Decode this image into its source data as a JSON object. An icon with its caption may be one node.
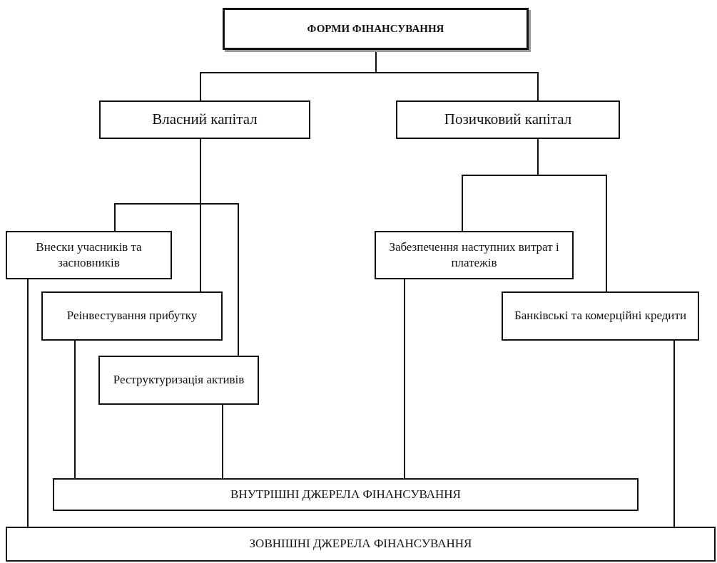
{
  "diagram": {
    "nodes": [
      {
        "text": [
          "ФОРМИ ФІНАНСУВАННЯ"
        ]
      },
      {
        "text": [
          "Власний капітал"
        ]
      },
      {
        "text": [
          "Позичковий капітал"
        ]
      },
      {
        "text": [
          "Внески учасників та засновників"
        ]
      },
      {
        "text": [
          "Реінвестування прибутку"
        ]
      },
      {
        "text": [
          "Реструктуризація активів"
        ]
      },
      {
        "text": [
          "Забезпечення наступних витрат і платежів"
        ]
      },
      {
        "text": [
          "Банківські та комерційні кредити"
        ]
      },
      {
        "text": [
          "ВНУТРІШНІ ДЖЕРЕЛА ФІНАНСУВАННЯ"
        ]
      },
      {
        "text": [
          "ЗОВНІШНІ ДЖЕРЕЛА ФІНАНСУВАННЯ"
        ]
      }
    ],
    "edges": [
      {
        "from": 0,
        "to": 1,
        "arrow": "none"
      },
      {
        "from": 0,
        "to": 2,
        "arrow": "none"
      },
      {
        "from": 1,
        "to": 3,
        "arrow": "none"
      },
      {
        "from": 1,
        "to": 4,
        "arrow": "none"
      },
      {
        "from": 1,
        "to": 5,
        "arrow": "none"
      },
      {
        "from": 2,
        "to": 6,
        "arrow": "none"
      },
      {
        "from": 2,
        "to": 7,
        "arrow": "none"
      },
      {
        "from": 3,
        "to": 9,
        "arrow": "none"
      },
      {
        "from": 4,
        "to": 8,
        "arrow": "none"
      },
      {
        "from": 5,
        "to": 8,
        "arrow": "none"
      },
      {
        "from": 6,
        "to": 8,
        "arrow": "none"
      },
      {
        "from": 7,
        "to": 9,
        "arrow": "none"
      }
    ]
  }
}
